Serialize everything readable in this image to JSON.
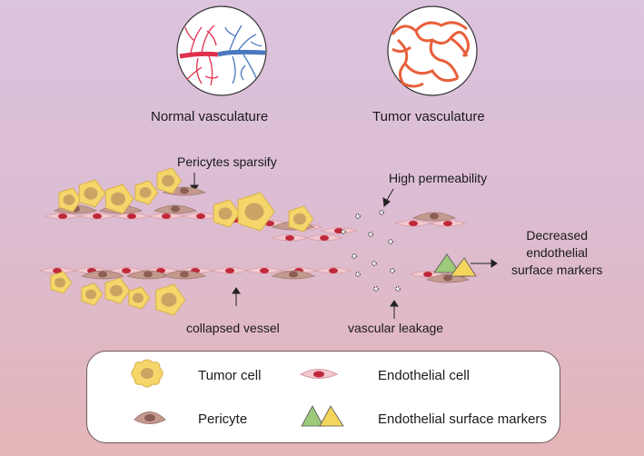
{
  "labels": {
    "normal_vasculature": "Normal vasculature",
    "tumor_vasculature": "Tumor vasculature",
    "pericytes_sparsify": "Pericytes sparsify",
    "high_permeability": "High permeability",
    "decreased_markers": "Decreased\nendothelial\nsurface markers",
    "collapsed_vessel": "collapsed vessel",
    "vascular_leakage": "vascular leakage"
  },
  "legend": {
    "tumor_cell": "Tumor cell",
    "endothelial_cell": "Endothelial cell",
    "pericyte": "Pericyte",
    "surface_markers": "Endothelial surface markers"
  },
  "colors": {
    "tumor_cell": "#f5d66a",
    "tumor_nucleus": "#c9a463",
    "endothelial_cell": "#f2c9cf",
    "endothelial_nucleus": "#c0283a",
    "pericyte": "#c49a8e",
    "pericyte_nucleus": "#8c5f56",
    "marker_green": "#9cc97a",
    "marker_yellow": "#f3d55c",
    "artery": "#e0304c",
    "vein": "#4a78c0",
    "tumor_vessel": "#e8603c"
  }
}
